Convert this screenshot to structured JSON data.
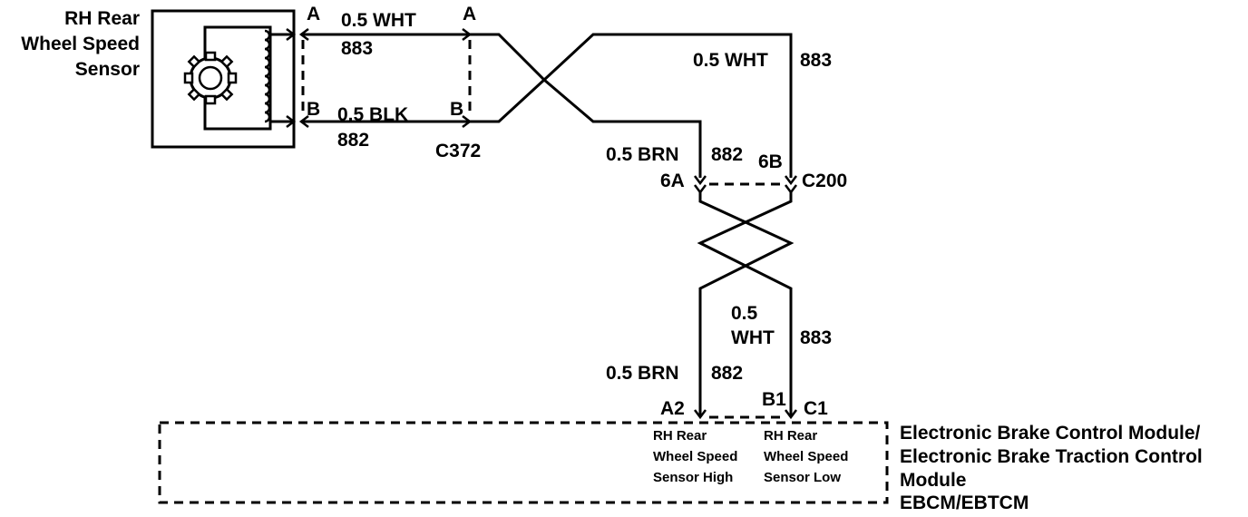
{
  "sensor": {
    "title_line1": "RH Rear",
    "title_line2": "Wheel Speed",
    "title_line3": "Sensor"
  },
  "connector_c372": {
    "name": "C372",
    "pin_a_left": "A",
    "pin_b_left": "B",
    "pin_a_right": "A",
    "pin_b_right": "B"
  },
  "connector_c200": {
    "name": "C200",
    "pin_6a": "6A",
    "pin_6b": "6B"
  },
  "wires": {
    "wht_top": {
      "gauge_color": "0.5 WHT",
      "circuit": "883"
    },
    "blk_top": {
      "gauge_color": "0.5 BLK",
      "circuit": "882"
    },
    "wht_right": {
      "gauge_color": "0.5 WHT",
      "circuit": "883"
    },
    "brn_mid": {
      "gauge_color": "0.5 BRN",
      "circuit": "882"
    },
    "wht_lower": {
      "gauge_color_line1": "0.5",
      "gauge_color_line2": "WHT",
      "circuit": "883"
    },
    "brn_lower": {
      "gauge_color": "0.5 BRN",
      "circuit": "882"
    }
  },
  "module": {
    "pin_a2": "A2",
    "pin_b1": "B1",
    "pin_c1": "C1",
    "high_line1": "RH Rear",
    "high_line2": "Wheel Speed",
    "high_line3": "Sensor High",
    "low_line1": "RH Rear",
    "low_line2": "Wheel Speed",
    "low_line3": "Sensor Low",
    "name_line1": "Electronic Brake Control Module/",
    "name_line2": "Electronic Brake Traction Control",
    "name_line3": "Module",
    "name_line4": "EBCM/EBTCM"
  }
}
